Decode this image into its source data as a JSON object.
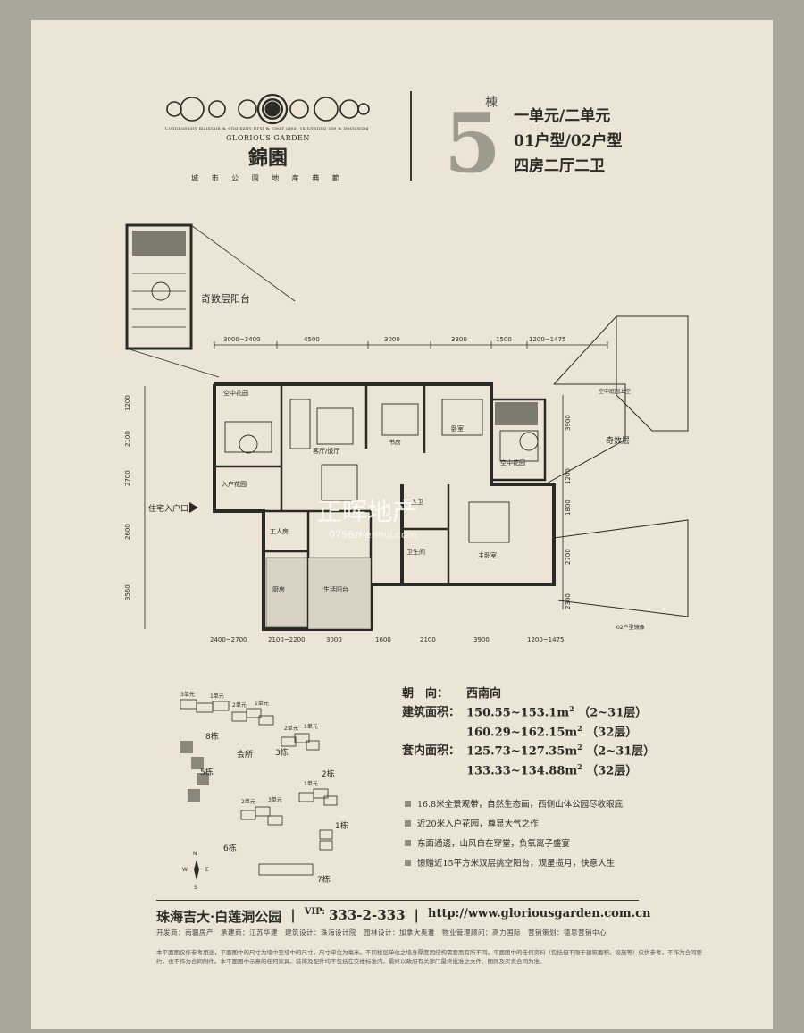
{
  "header": {
    "brand_tagline_en": "Continuously maintain & originally first & clear idea, cultivating life & bestowing prestige living garden",
    "brand_en": "GLORIOUS GARDEN",
    "brand_cn": "錦園",
    "brand_slogan": "城 市 公 園 地 産 典 範",
    "building_number": "5",
    "building_suffix": "棟",
    "unit_line": "一单元/二单元",
    "type_line": "01户型/02户型",
    "rooms_line": "四房二厅二卫"
  },
  "plan": {
    "balcony_label": "奇数层阳台",
    "even_floor_label": "奇数层",
    "sky_garden_top_right": "空中庭园上空",
    "entrance_label": "住宅入户口",
    "top_dims": [
      "3000~3400",
      "4500",
      "3000",
      "3300",
      "1500",
      "1200~1475"
    ],
    "bottom_dims": [
      "2400~2700",
      "2100~2200",
      "3000",
      "1600",
      "2100",
      "3900",
      "1200~1475"
    ],
    "left_dims": [
      "1200",
      "2100",
      "2700",
      "2600",
      "3560"
    ],
    "right_dims": [
      "3900",
      "1200",
      "1800",
      "2700",
      "2300"
    ],
    "rooms": {
      "sky_garden_left": "空中花园",
      "entry_garden": "入户花园",
      "living_dining": "客厅/饭厅",
      "study": "书房",
      "bedroom": "卧室",
      "sky_garden_right": "空中花园",
      "master_bedroom": "主卧室",
      "master_bath": "主卫",
      "bath": "卫生间",
      "maid_room": "工人房",
      "kitchen": "厨房",
      "utility": "生活阳台",
      "balcony_note": "02户型镜像"
    },
    "watermark_main": "正晖地产",
    "watermark_sub": "0756zhenhui.com"
  },
  "siteplan": {
    "buildings": [
      "8栋",
      "会所",
      "3栋",
      "5栋",
      "2栋",
      "1栋",
      "6栋",
      "7栋"
    ],
    "unit_labels": [
      "3单元",
      "1单元",
      "2单元",
      "1单元",
      "2单元",
      "1单元",
      "1单元",
      "2单元",
      "3单元"
    ],
    "compass": [
      "N",
      "W",
      "E",
      "S"
    ]
  },
  "info": {
    "orientation_label": "朝　向：",
    "orientation_value": "西南向",
    "gross_label": "建筑面积：",
    "gross_1": "150.55~153.1m",
    "gross_1_floors": "（2~31层）",
    "gross_2": "160.29~162.15m",
    "gross_2_floors": "（32层）",
    "net_label": "套内面积：",
    "net_1": "125.73~127.35m",
    "net_1_floors": "（2~31层）",
    "net_2": "133.33~134.88m",
    "net_2_floors": "（32层）",
    "sup": "2"
  },
  "features": [
    "16.8米全景观带，自然生态画，西侧山体公园尽收眼底",
    "近20米入户花园，尊显大气之作",
    "东面通透，山风自在穿堂，负氧离子盛宴",
    "馈赠近15平方米双层挑空阳台，观星揽月，快意人生"
  ],
  "footer": {
    "location": "珠海吉大·白莲洞公园",
    "vip_label": "VIP:",
    "vip_number": "333-2-333",
    "website": "http://www.gloriousgarden.com.cn",
    "developer_line": "开发商：南疆房产　承建商：江苏华建　建筑设计：珠海设计院　园林设计：加拿大奥雅　物业管理顾问：高力国际　营销策划：德思营销中心",
    "disclaimer": "本平面图仅作参考用途，平面图中的尺寸为墙中至墙中的尺寸，尺寸单位为毫米。不同楼层单位之墙身厚度因结构需要而有所不同。平面图中的任何资料（包括但不限于建筑面积、设施等）仅供参考，不作为合同要约，也不作为合同附件。本平面图中示意的任何家具、装饰及配件均不包括在交楼标准内。最终以政府有关部门最终批准之文件、图则及买卖合同为准。"
  },
  "colors": {
    "background_frame": "#a9a79b",
    "sheet": "#ece5d5",
    "accent_gray": "#9d9a8e"
  }
}
